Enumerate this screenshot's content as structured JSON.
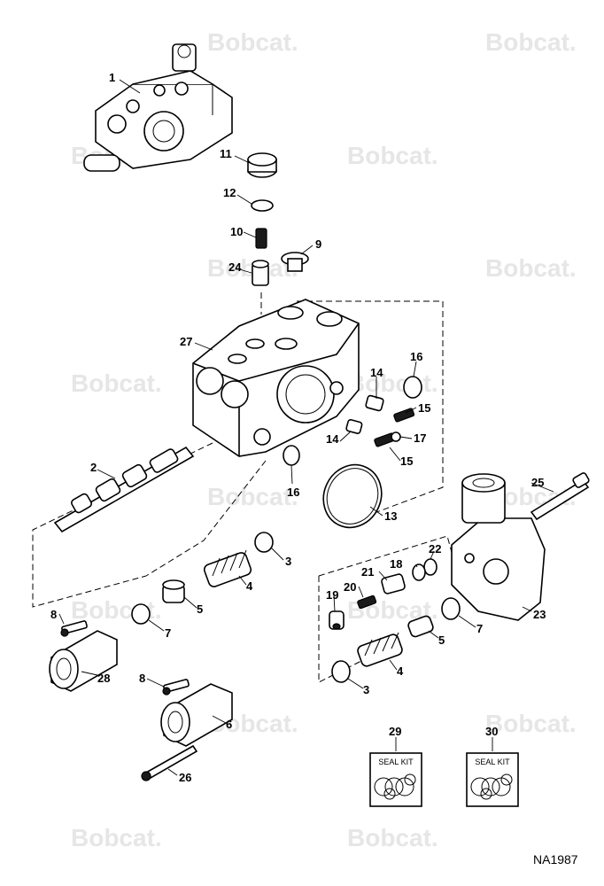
{
  "watermark": {
    "text": "Bobcat."
  },
  "callouts": [
    "1",
    "11",
    "12",
    "10",
    "24",
    "9",
    "27",
    "16",
    "14",
    "15",
    "14",
    "17",
    "15",
    "2",
    "16",
    "13",
    "25",
    "3",
    "4",
    "5",
    "22",
    "21",
    "18",
    "20",
    "19",
    "23",
    "8",
    "7",
    "5",
    "7",
    "28",
    "4",
    "3",
    "8",
    "6",
    "26",
    "29",
    "30"
  ],
  "kits": [
    {
      "number": "29",
      "label": "SEAL KIT"
    },
    {
      "number": "30",
      "label": "SEAL KIT"
    }
  ],
  "document_id": "NA1987"
}
